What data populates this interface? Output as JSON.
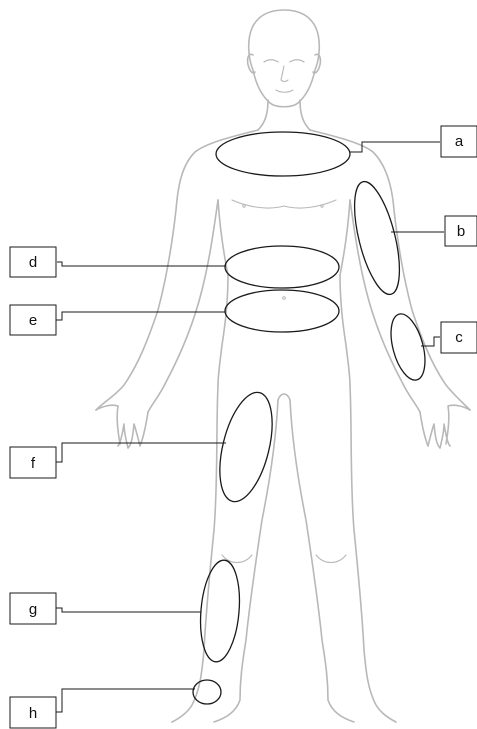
{
  "labels": {
    "a": "a",
    "b": "b",
    "c": "c",
    "d": "d",
    "e": "e",
    "f": "f",
    "g": "g",
    "h": "h"
  },
  "colors": {
    "outline": "#b8b8b8",
    "marker": "#1a1a1a",
    "background": "#ffffff"
  }
}
